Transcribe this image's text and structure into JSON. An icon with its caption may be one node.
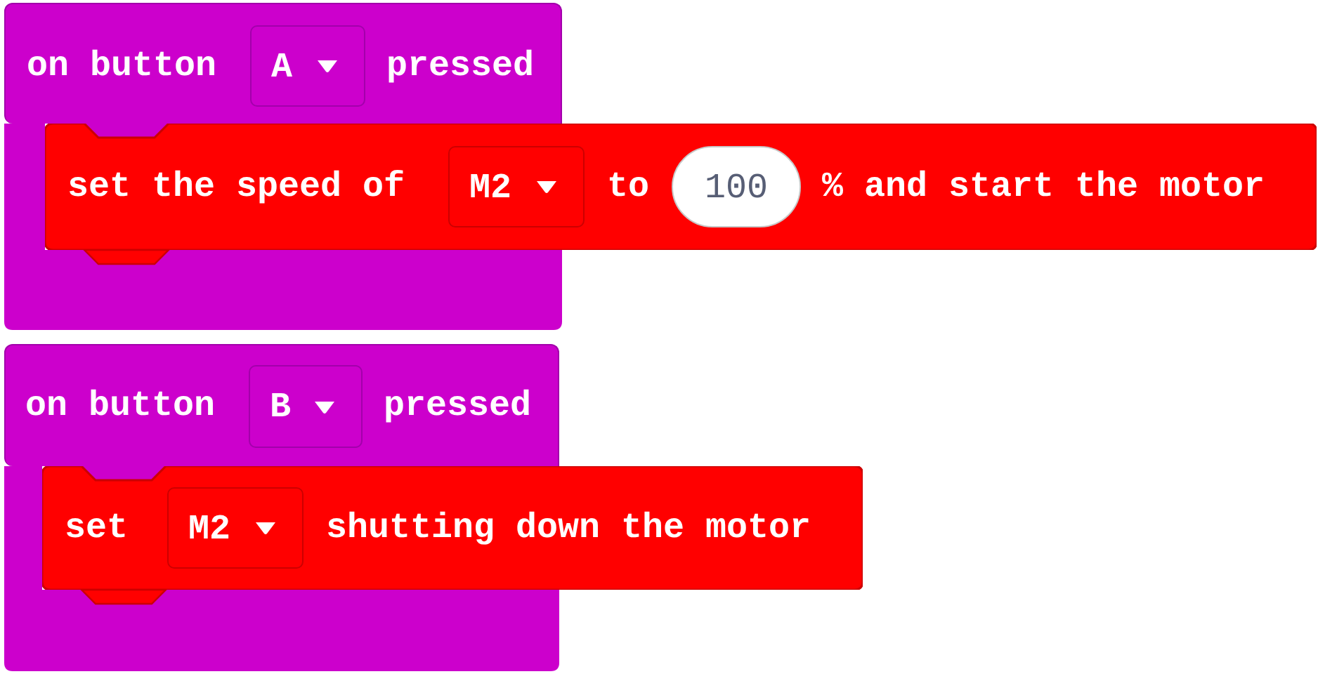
{
  "diagram": {
    "nodes": [
      {
        "text": [
          "on button",
          "pressed"
        ]
      },
      {
        "text": [
          "A"
        ],
        "in": 0
      },
      {
        "text": [
          "set the speed of",
          "to",
          "% and start the motor"
        ]
      },
      {
        "text": [
          "M2"
        ],
        "in": 2
      },
      {
        "text": [
          "100"
        ],
        "in": 2
      },
      {
        "text": [
          "on button",
          "pressed"
        ]
      },
      {
        "text": [
          "B"
        ],
        "in": 5
      },
      {
        "text": [
          "set",
          "shutting down the motor"
        ]
      },
      {
        "text": [
          "M2"
        ],
        "in": 7
      }
    ]
  }
}
